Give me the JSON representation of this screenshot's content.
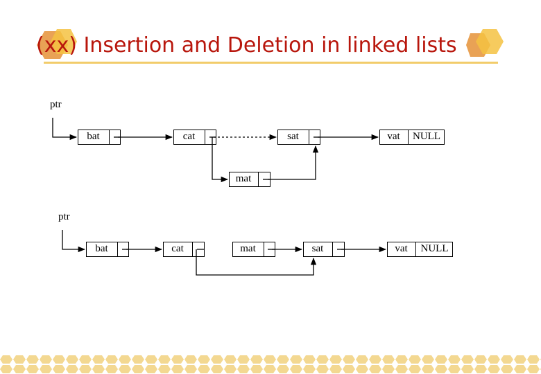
{
  "title": "(xx) Insertion and Deletion in linked lists",
  "insertion": {
    "head_label": "ptr",
    "nodes": [
      "bat",
      "cat",
      "sat",
      "vat"
    ],
    "last_link": "NULL",
    "inserted_node": "mat"
  },
  "deletion": {
    "head_label": "ptr",
    "nodes": [
      "bat",
      "cat",
      "mat",
      "sat",
      "vat"
    ],
    "last_link": "NULL"
  },
  "colors": {
    "title": "#b8160c",
    "rule": "#f2cc6a",
    "deco_orange": "#e38b2a",
    "deco_yellow": "#f5c242",
    "footer": "#f3d891"
  }
}
